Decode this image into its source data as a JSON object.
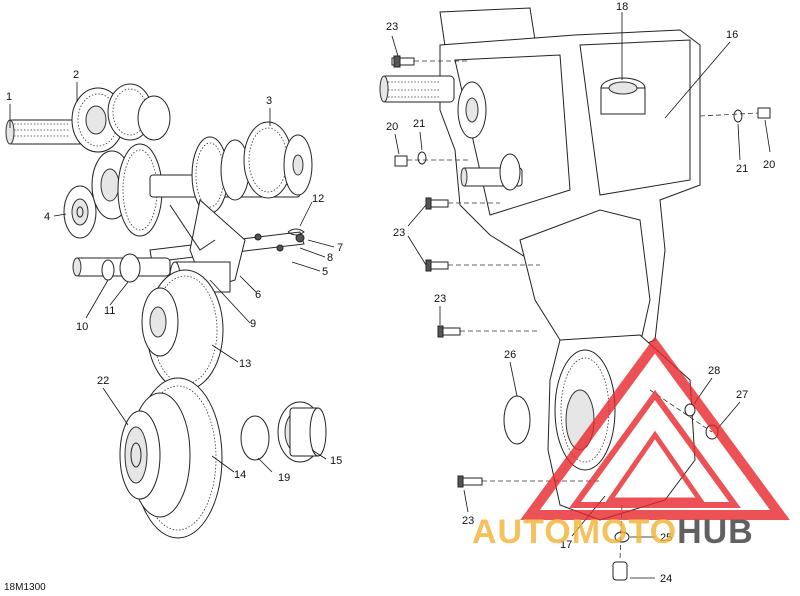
{
  "figure": {
    "code": "18M1300"
  },
  "callouts": [
    "1",
    "2",
    "3",
    "4",
    "5",
    "6",
    "7",
    "8",
    "9",
    "10",
    "11",
    "12",
    "13",
    "14",
    "15",
    "16",
    "17",
    "18",
    "19",
    "20",
    "20",
    "21",
    "21",
    "22",
    "23",
    "23",
    "23",
    "23",
    "24",
    "25",
    "26",
    "27",
    "28"
  ],
  "watermark": {
    "text_part1": "AUTOMOTO",
    "text_part2": "HUB",
    "color_primary": "#e8262b",
    "color_secondary": "#f2b233",
    "color_dark": "#3a3a3a"
  }
}
